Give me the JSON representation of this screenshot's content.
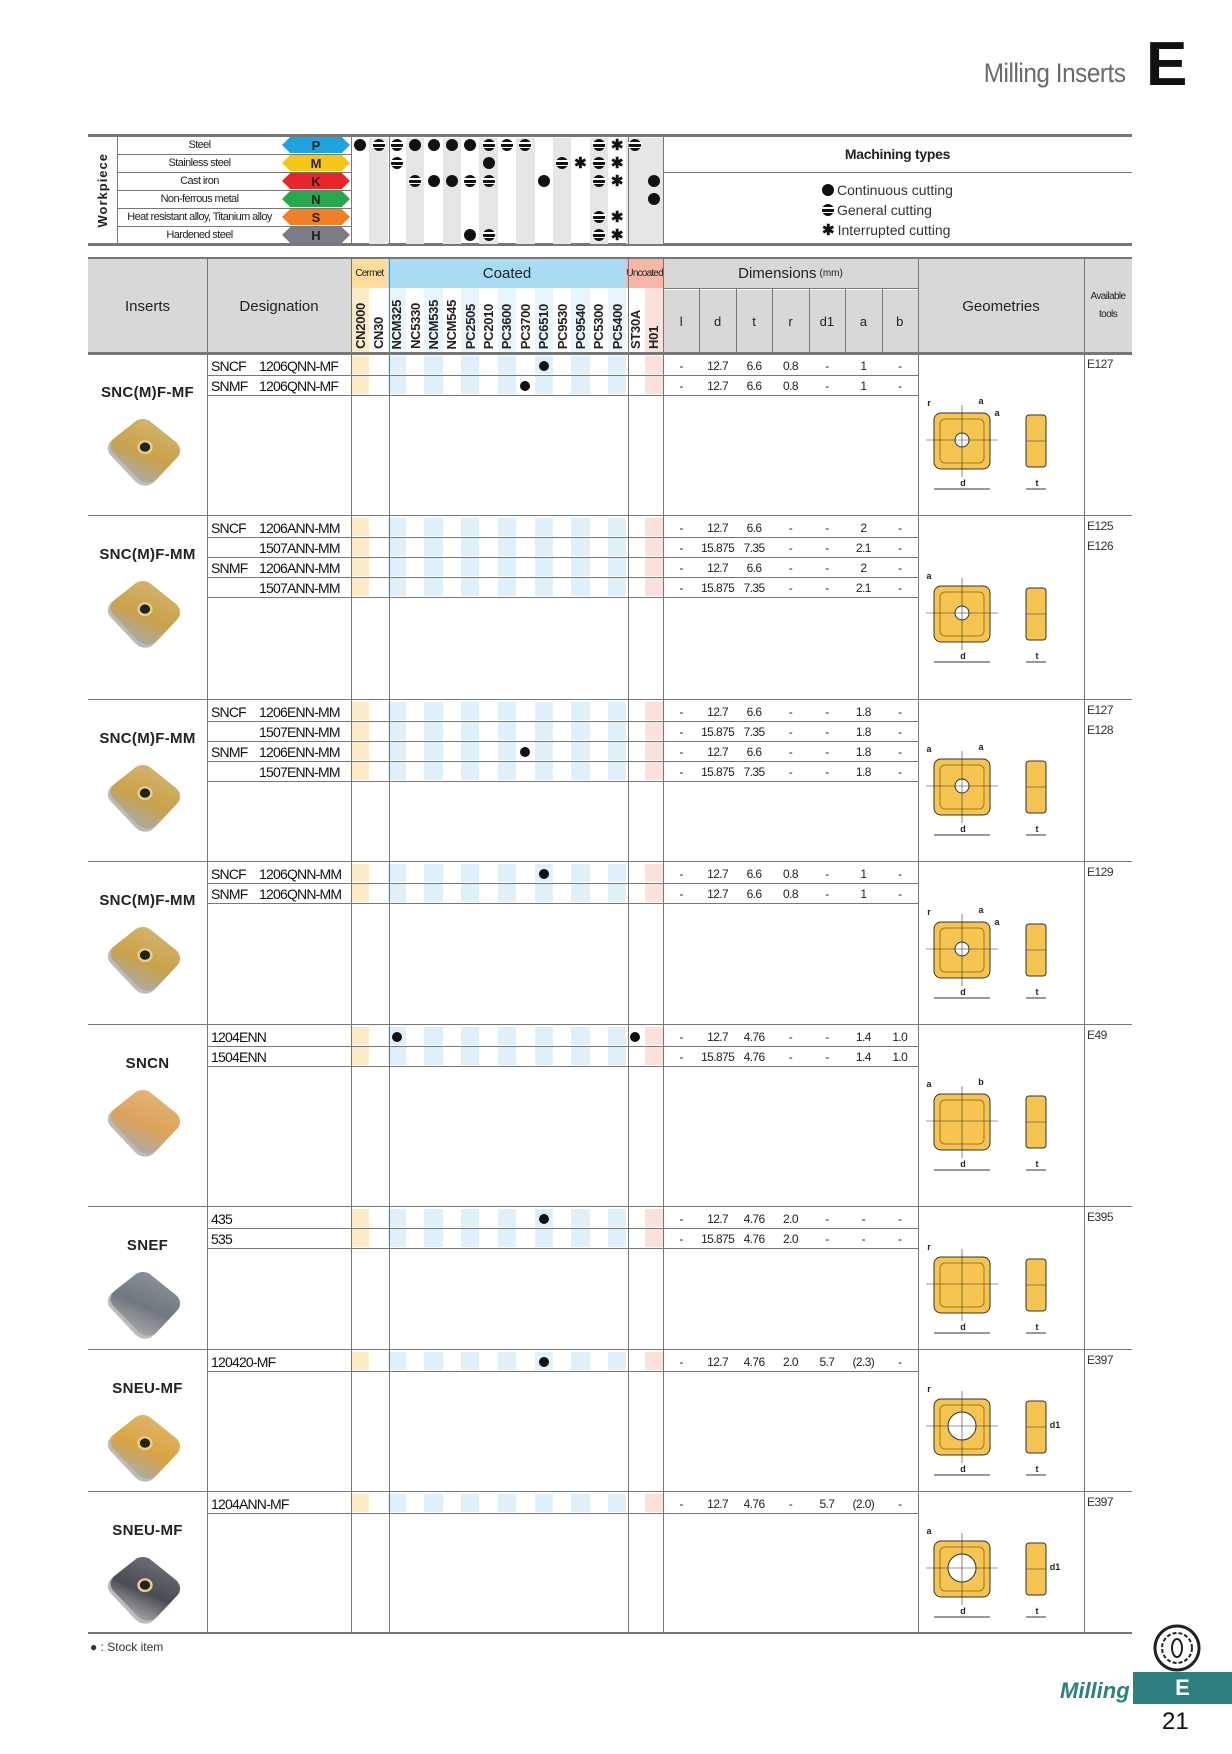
{
  "page": {
    "title": "Milling Inserts",
    "section_letter": "E",
    "footer_label": "Milling",
    "footer_letter": "E",
    "page_number": "21"
  },
  "workpiece": {
    "label": "Workpiece",
    "rows": [
      {
        "label": "Steel",
        "iso": "P",
        "color": "#1fa3dc",
        "marks": [
          "c",
          "g",
          "g",
          "c",
          "c",
          "c",
          "c",
          "g",
          "g",
          "g",
          "",
          "",
          "",
          "g",
          "i",
          "g",
          ""
        ]
      },
      {
        "label": "Stainless steel",
        "iso": "M",
        "color": "#f5c518",
        "marks": [
          "",
          "",
          "g",
          "",
          "",
          "",
          "",
          "c",
          "",
          "",
          "",
          "g",
          "i",
          "g",
          "i",
          "",
          ""
        ]
      },
      {
        "label": "Cast iron",
        "iso": "K",
        "color": "#e8262b",
        "marks": [
          "",
          "",
          "",
          "g",
          "c",
          "c",
          "g",
          "g",
          "",
          "",
          "c",
          "",
          "",
          "g",
          "i",
          "",
          "c"
        ]
      },
      {
        "label": "Non-ferrous metal",
        "iso": "N",
        "color": "#27a84a",
        "marks": [
          "",
          "",
          "",
          "",
          "",
          "",
          "",
          "",
          "",
          "",
          "",
          "",
          "",
          "",
          "",
          "",
          "c"
        ]
      },
      {
        "label": "Heat resistant alloy, Titanium alloy",
        "iso": "S",
        "color": "#f07f2a",
        "marks": [
          "",
          "",
          "",
          "",
          "",
          "",
          "",
          "",
          "",
          "",
          "",
          "",
          "",
          "g",
          "i",
          "",
          ""
        ]
      },
      {
        "label": "Hardened steel",
        "iso": "H",
        "color": "#7a7d85",
        "marks": [
          "",
          "",
          "",
          "",
          "",
          "",
          "c",
          "g",
          "",
          "",
          "",
          "",
          "",
          "g",
          "i",
          "",
          ""
        ]
      }
    ],
    "machining_types": {
      "title": "Machining types",
      "items": [
        {
          "mark": "c",
          "label": "Continuous cutting"
        },
        {
          "mark": "g",
          "label": "General cutting"
        },
        {
          "mark": "i",
          "label": "Interrupted cutting"
        }
      ]
    }
  },
  "table": {
    "headers": {
      "inserts": "Inserts",
      "designation": "Designation",
      "dimensions": "Dimensions",
      "dimensions_unit": "(mm)",
      "geometries": "Geometries",
      "tools_line1": "Available",
      "tools_line2": "tools"
    },
    "groups": [
      {
        "label": "Cermet",
        "span": 2,
        "color": "#fddc9c"
      },
      {
        "label": "Coated",
        "span": 13,
        "color": "#a8dcf5"
      },
      {
        "label": "Uncoated",
        "span": 2,
        "color": "#f6b7a8"
      }
    ],
    "grades": [
      "CN2000",
      "CN30",
      "NCM325",
      "NC5330",
      "NCM535",
      "NCM545",
      "PC2505",
      "PC2010",
      "PC3600",
      "PC3700",
      "PC6510",
      "PC9530",
      "PC9540",
      "PC5300",
      "PC5400",
      "ST30A",
      "H01"
    ],
    "dim_columns": [
      "l",
      "d",
      "t",
      "r",
      "d1",
      "a",
      "b"
    ],
    "sections": [
      {
        "name": "SNC(M)F-MF",
        "insert_color": "#c9a24a",
        "hole": true,
        "tools": [
          "E127"
        ],
        "geo_labels": [
          "r",
          "a",
          "a",
          "d",
          "t"
        ],
        "rows": [
          {
            "prefix": "SNCF",
            "code": "1206QNN-MF",
            "stock": [
              "PC6510"
            ],
            "dims": [
              "-",
              "12.7",
              "6.6",
              "0.8",
              "-",
              "1",
              "-"
            ]
          },
          {
            "prefix": "SNMF",
            "code": "1206QNN-MF",
            "stock": [
              "PC3700"
            ],
            "dims": [
              "-",
              "12.7",
              "6.6",
              "0.8",
              "-",
              "1",
              "-"
            ]
          }
        ]
      },
      {
        "name": "SNC(M)F-MM",
        "insert_color": "#c9a24a",
        "hole": true,
        "tools": [
          "E125",
          "E126"
        ],
        "geo_labels": [
          "a",
          "d",
          "t"
        ],
        "rows": [
          {
            "prefix": "SNCF",
            "code": "1206ANN-MM",
            "stock": [],
            "dims": [
              "-",
              "12.7",
              "6.6",
              "-",
              "-",
              "2",
              "-"
            ]
          },
          {
            "prefix": "",
            "code": "1507ANN-MM",
            "stock": [],
            "dims": [
              "-",
              "15.875",
              "7.35",
              "-",
              "-",
              "2.1",
              "-"
            ]
          },
          {
            "prefix": "SNMF",
            "code": "1206ANN-MM",
            "stock": [],
            "dims": [
              "-",
              "12.7",
              "6.6",
              "-",
              "-",
              "2",
              "-"
            ]
          },
          {
            "prefix": "",
            "code": "1507ANN-MM",
            "stock": [],
            "dims": [
              "-",
              "15.875",
              "7.35",
              "-",
              "-",
              "2.1",
              "-"
            ]
          }
        ]
      },
      {
        "name": "SNC(M)F-MM",
        "insert_color": "#c9a24a",
        "hole": true,
        "tools": [
          "E127",
          "E128"
        ],
        "geo_labels": [
          "a",
          "a",
          "d",
          "t"
        ],
        "rows": [
          {
            "prefix": "SNCF",
            "code": "1206ENN-MM",
            "stock": [],
            "dims": [
              "-",
              "12.7",
              "6.6",
              "-",
              "-",
              "1.8",
              "-"
            ]
          },
          {
            "prefix": "",
            "code": "1507ENN-MM",
            "stock": [],
            "dims": [
              "-",
              "15.875",
              "7.35",
              "-",
              "-",
              "1.8",
              "-"
            ]
          },
          {
            "prefix": "SNMF",
            "code": "1206ENN-MM",
            "stock": [
              "PC3700"
            ],
            "dims": [
              "-",
              "12.7",
              "6.6",
              "-",
              "-",
              "1.8",
              "-"
            ]
          },
          {
            "prefix": "",
            "code": "1507ENN-MM",
            "stock": [],
            "dims": [
              "-",
              "15.875",
              "7.35",
              "-",
              "-",
              "1.8",
              "-"
            ]
          }
        ]
      },
      {
        "name": "SNC(M)F-MM",
        "insert_color": "#c9a24a",
        "hole": true,
        "tools": [
          "E129"
        ],
        "geo_labels": [
          "r",
          "a",
          "a",
          "d",
          "t"
        ],
        "rows": [
          {
            "prefix": "SNCF",
            "code": "1206QNN-MM",
            "stock": [
              "PC6510"
            ],
            "dims": [
              "-",
              "12.7",
              "6.6",
              "0.8",
              "-",
              "1",
              "-"
            ]
          },
          {
            "prefix": "SNMF",
            "code": "1206QNN-MM",
            "stock": [],
            "dims": [
              "-",
              "12.7",
              "6.6",
              "0.8",
              "-",
              "1",
              "-"
            ]
          }
        ]
      },
      {
        "name": "SNCN",
        "insert_color": "#dca25a",
        "hole": false,
        "tools": [
          "E49"
        ],
        "geo_labels": [
          "a",
          "b",
          "d",
          "t"
        ],
        "rows": [
          {
            "prefix": "",
            "code": "1204ENN",
            "stock": [
              "NCM325",
              "ST30A"
            ],
            "dims": [
              "-",
              "12.7",
              "4.76",
              "-",
              "-",
              "1.4",
              "1.0"
            ]
          },
          {
            "prefix": "",
            "code": "1504ENN",
            "stock": [],
            "dims": [
              "-",
              "15.875",
              "4.76",
              "-",
              "-",
              "1.4",
              "1.0"
            ]
          }
        ]
      },
      {
        "name": "SNEF",
        "insert_color": "#6f7780",
        "hole": false,
        "tools": [
          "E395"
        ],
        "geo_labels": [
          "r",
          "d",
          "t"
        ],
        "rows": [
          {
            "prefix": "",
            "code": "435",
            "stock": [
              "PC6510"
            ],
            "dims": [
              "-",
              "12.7",
              "4.76",
              "2.0",
              "-",
              "-",
              "-"
            ]
          },
          {
            "prefix": "",
            "code": "535",
            "stock": [],
            "dims": [
              "-",
              "15.875",
              "4.76",
              "2.0",
              "-",
              "-",
              "-"
            ]
          }
        ]
      },
      {
        "name": "SNEU-MF",
        "insert_color": "#d9a443",
        "hole": true,
        "tools": [
          "E397"
        ],
        "geo_labels": [
          "r",
          "d1",
          "d",
          "t"
        ],
        "rows": [
          {
            "prefix": "",
            "code": "120420-MF",
            "stock": [
              "PC6510"
            ],
            "dims": [
              "-",
              "12.7",
              "4.76",
              "2.0",
              "5.7",
              "(2.3)",
              "-"
            ]
          }
        ]
      },
      {
        "name": "SNEU-MF",
        "insert_color": "#4a4c55",
        "hole": true,
        "tools": [
          "E397"
        ],
        "geo_labels": [
          "a",
          "d1",
          "d",
          "t"
        ],
        "rows": [
          {
            "prefix": "",
            "code": "1204ANN-MF",
            "stock": [],
            "dims": [
              "-",
              "12.7",
              "4.76",
              "-",
              "5.7",
              "(2.0)",
              "-"
            ]
          }
        ]
      }
    ]
  },
  "footnote": {
    "mark": "●",
    "text": ": Stock item"
  },
  "colors": {
    "teal": "#2e7f80",
    "grid": "#777777",
    "header_gray": "#d8d8d8"
  }
}
